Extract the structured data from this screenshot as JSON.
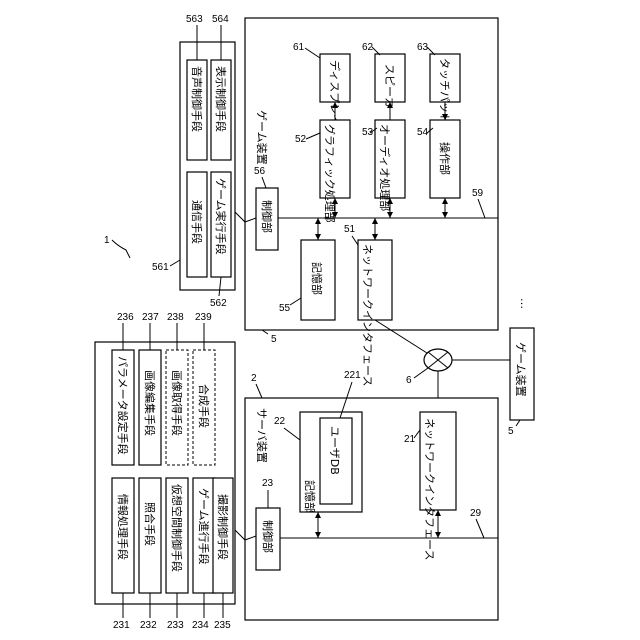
{
  "figure": {
    "ref": "1",
    "dots": "…"
  },
  "game_device": {
    "title": "ゲーム装置",
    "ref": "5",
    "display": {
      "label": "ディスプレイ",
      "ref": "61"
    },
    "speaker": {
      "label": "スピーカ",
      "ref": "62"
    },
    "touchpad": {
      "label": "タッチパッド",
      "ref": "63"
    },
    "graphics": {
      "label": "グラフィック処理部",
      "ref": "52"
    },
    "audio": {
      "label": "オーディオ処理部",
      "ref": "53"
    },
    "operation": {
      "label": "操作部",
      "ref": "54"
    },
    "control": {
      "label": "制御部",
      "ref": "56"
    },
    "storage": {
      "label": "記憶部",
      "ref": "55"
    },
    "network_if": {
      "label": "ネットワークインタフェース",
      "ref": "51"
    },
    "bus_ref": "59"
  },
  "game_functions": {
    "ref_group": "561",
    "ref_group_bottom": "562",
    "items": [
      {
        "label": "通信手段",
        "ref": ""
      },
      {
        "label": "ゲーム実行手段",
        "ref": ""
      },
      {
        "label": "音声制御手段",
        "ref": "563"
      },
      {
        "label": "表示制御手段",
        "ref": "564"
      }
    ]
  },
  "network": {
    "ref": "6"
  },
  "other_game_device": {
    "label": "ゲーム装置",
    "ref": "5"
  },
  "server": {
    "title": "サーバ装置",
    "ref": "2",
    "control": {
      "label": "制御部",
      "ref": "23"
    },
    "storage": {
      "label": "記憶部",
      "ref": "22"
    },
    "user_db": {
      "label": "ユーザDB",
      "ref": "221"
    },
    "network_if": {
      "label": "ネットワークインタフェース",
      "ref": "21"
    },
    "bus_ref": "29"
  },
  "server_functions": {
    "items": [
      {
        "label": "情報処理手段",
        "ref": "231"
      },
      {
        "label": "照合手段",
        "ref": "232"
      },
      {
        "label": "仮想空間制御手段",
        "ref": "233"
      },
      {
        "label": "ゲーム進行手段",
        "ref": "234"
      },
      {
        "label": "撮影制御手段",
        "ref": "235"
      },
      {
        "label": "パラメータ設定手段",
        "ref": "236"
      },
      {
        "label": "画像編集手段",
        "ref": "237"
      },
      {
        "label": "画像取得手段",
        "ref": "238"
      },
      {
        "label": "合成手段",
        "ref": "239"
      }
    ]
  }
}
